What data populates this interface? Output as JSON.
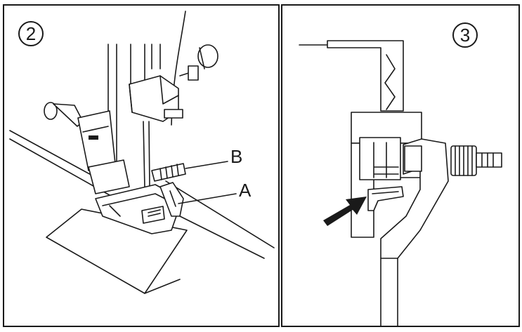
{
  "figure": {
    "panels": [
      {
        "step": "2",
        "callouts": [
          {
            "label": "B"
          },
          {
            "label": "A"
          }
        ]
      },
      {
        "step": "3"
      }
    ],
    "colors": {
      "line": "#1a1a1a",
      "background": "#ffffff"
    },
    "icons": [
      "pointer-arrow-icon"
    ]
  }
}
